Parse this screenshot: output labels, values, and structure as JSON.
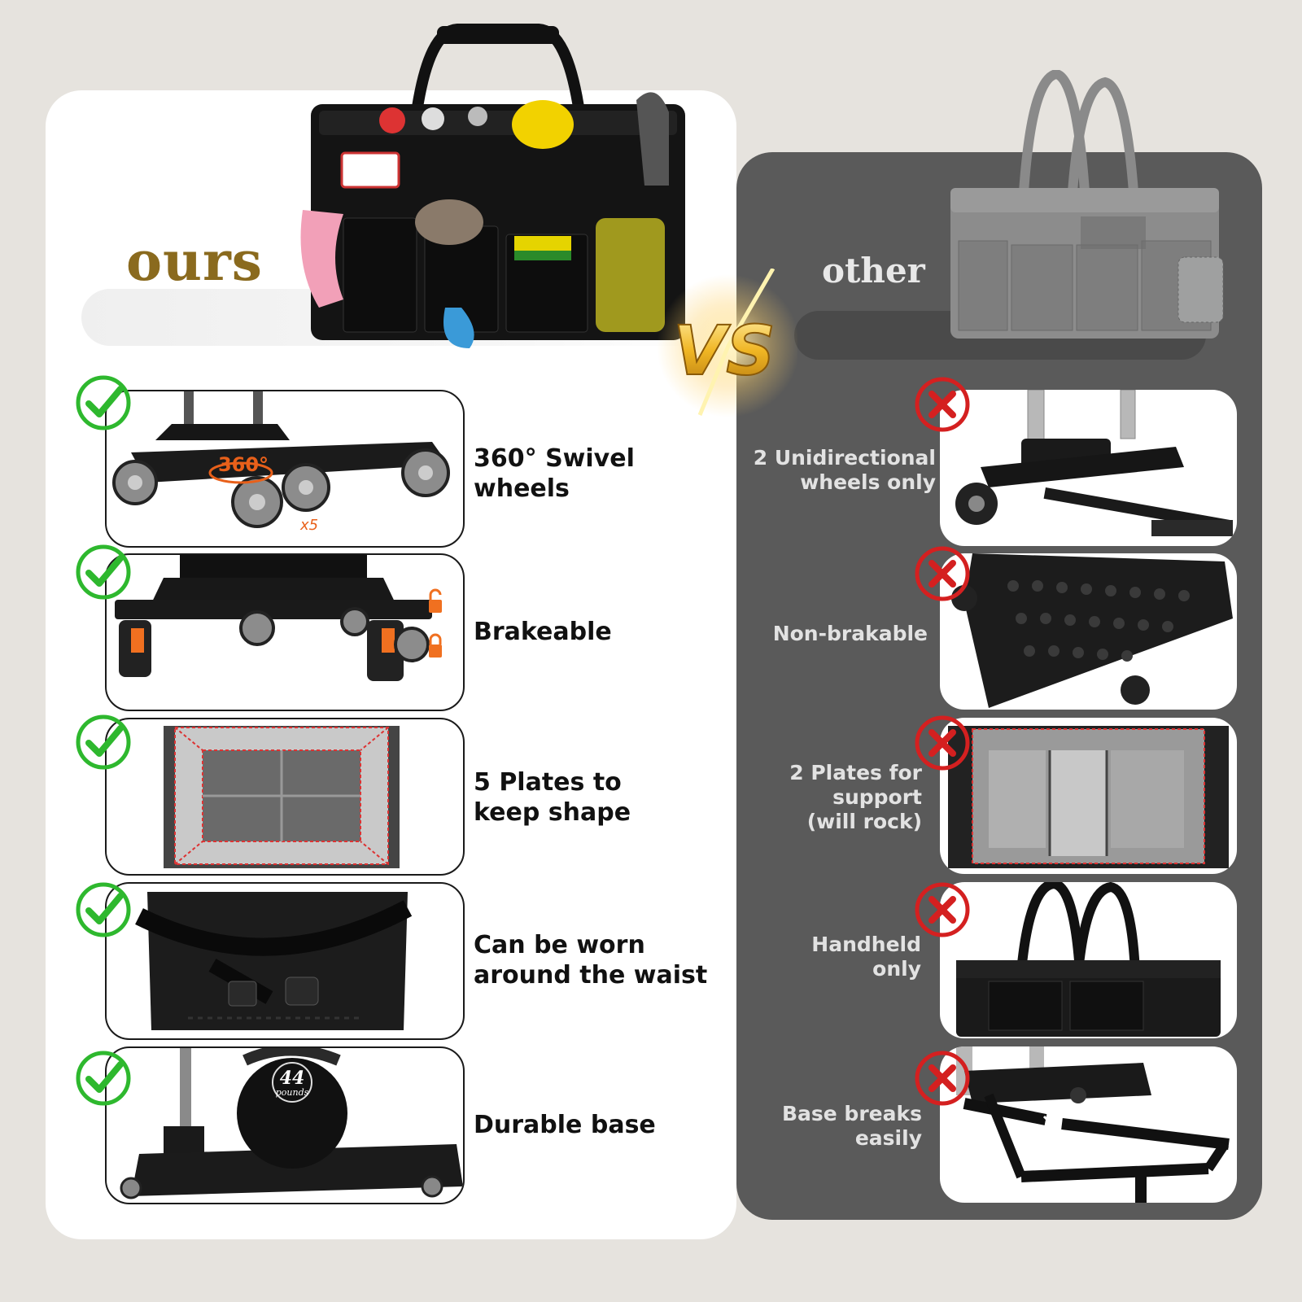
{
  "ours": {
    "title": "ours",
    "features": [
      {
        "label": "360° Swivel\nwheels",
        "image_label": "360°",
        "image_badge": "x5",
        "status_icon": "check-icon"
      },
      {
        "label": "Brakeable",
        "status_icon": "check-icon"
      },
      {
        "label": "5 Plates to\nkeep shape",
        "status_icon": "check-icon"
      },
      {
        "label": "Can be worn\naround the waist",
        "status_icon": "check-icon"
      },
      {
        "label": "Durable base",
        "image_weight": "44",
        "image_weight_unit": "pounds",
        "status_icon": "check-icon"
      }
    ]
  },
  "vs": "VS",
  "other": {
    "title": "other",
    "features": [
      {
        "label": "2 Unidirectional\nwheels only",
        "status_icon": "cross-icon"
      },
      {
        "label": "Non-brakable",
        "status_icon": "cross-icon"
      },
      {
        "label": "2 Plates for\nsupport\n(will rock)",
        "status_icon": "cross-icon"
      },
      {
        "label": "Handheld\nonly",
        "status_icon": "cross-icon"
      },
      {
        "label": "Base breaks\neasily",
        "status_icon": "cross-icon"
      }
    ]
  },
  "colors": {
    "background": "#e6e3de",
    "ours_panel": "#ffffff",
    "other_panel": "#5a5a5a",
    "ours_title": "#8a6a1e",
    "check_green": "#2eb82e",
    "cross_red": "#d42020",
    "vs_gold": "#e8b028"
  }
}
